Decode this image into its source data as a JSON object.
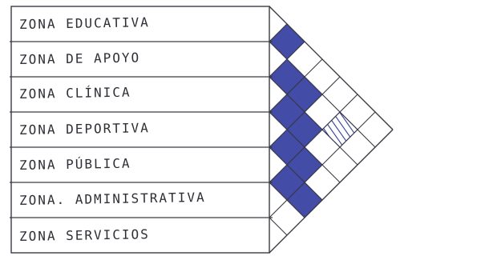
{
  "zones": [
    "ZONA EDUCATIVA",
    "ZONA DE APOYO",
    "ZONA CLÍNICA",
    "ZONA DEPORTIVA",
    "ZONA PÚBLICA",
    "ZONA. ADMINISTRATIVA",
    "ZONA SERVICIOS"
  ],
  "colors": {
    "ink": "#3a3a44",
    "fill": "#2f3a9e",
    "fill_dark": "#1f2a86"
  },
  "relations": [
    {
      "a": 0,
      "b": 1,
      "type": "strong"
    },
    {
      "a": 1,
      "b": 2,
      "type": "strong"
    },
    {
      "a": 1,
      "b": 3,
      "type": "strong"
    },
    {
      "a": 2,
      "b": 3,
      "type": "strong"
    },
    {
      "a": 2,
      "b": 4,
      "type": "strong"
    },
    {
      "a": 3,
      "b": 4,
      "type": "strong"
    },
    {
      "a": 3,
      "b": 5,
      "type": "strong"
    },
    {
      "a": 4,
      "b": 5,
      "type": "strong"
    },
    {
      "a": 1,
      "b": 5,
      "type": "hatched"
    },
    {
      "a": 4,
      "b": 6,
      "type": "strong"
    }
  ]
}
